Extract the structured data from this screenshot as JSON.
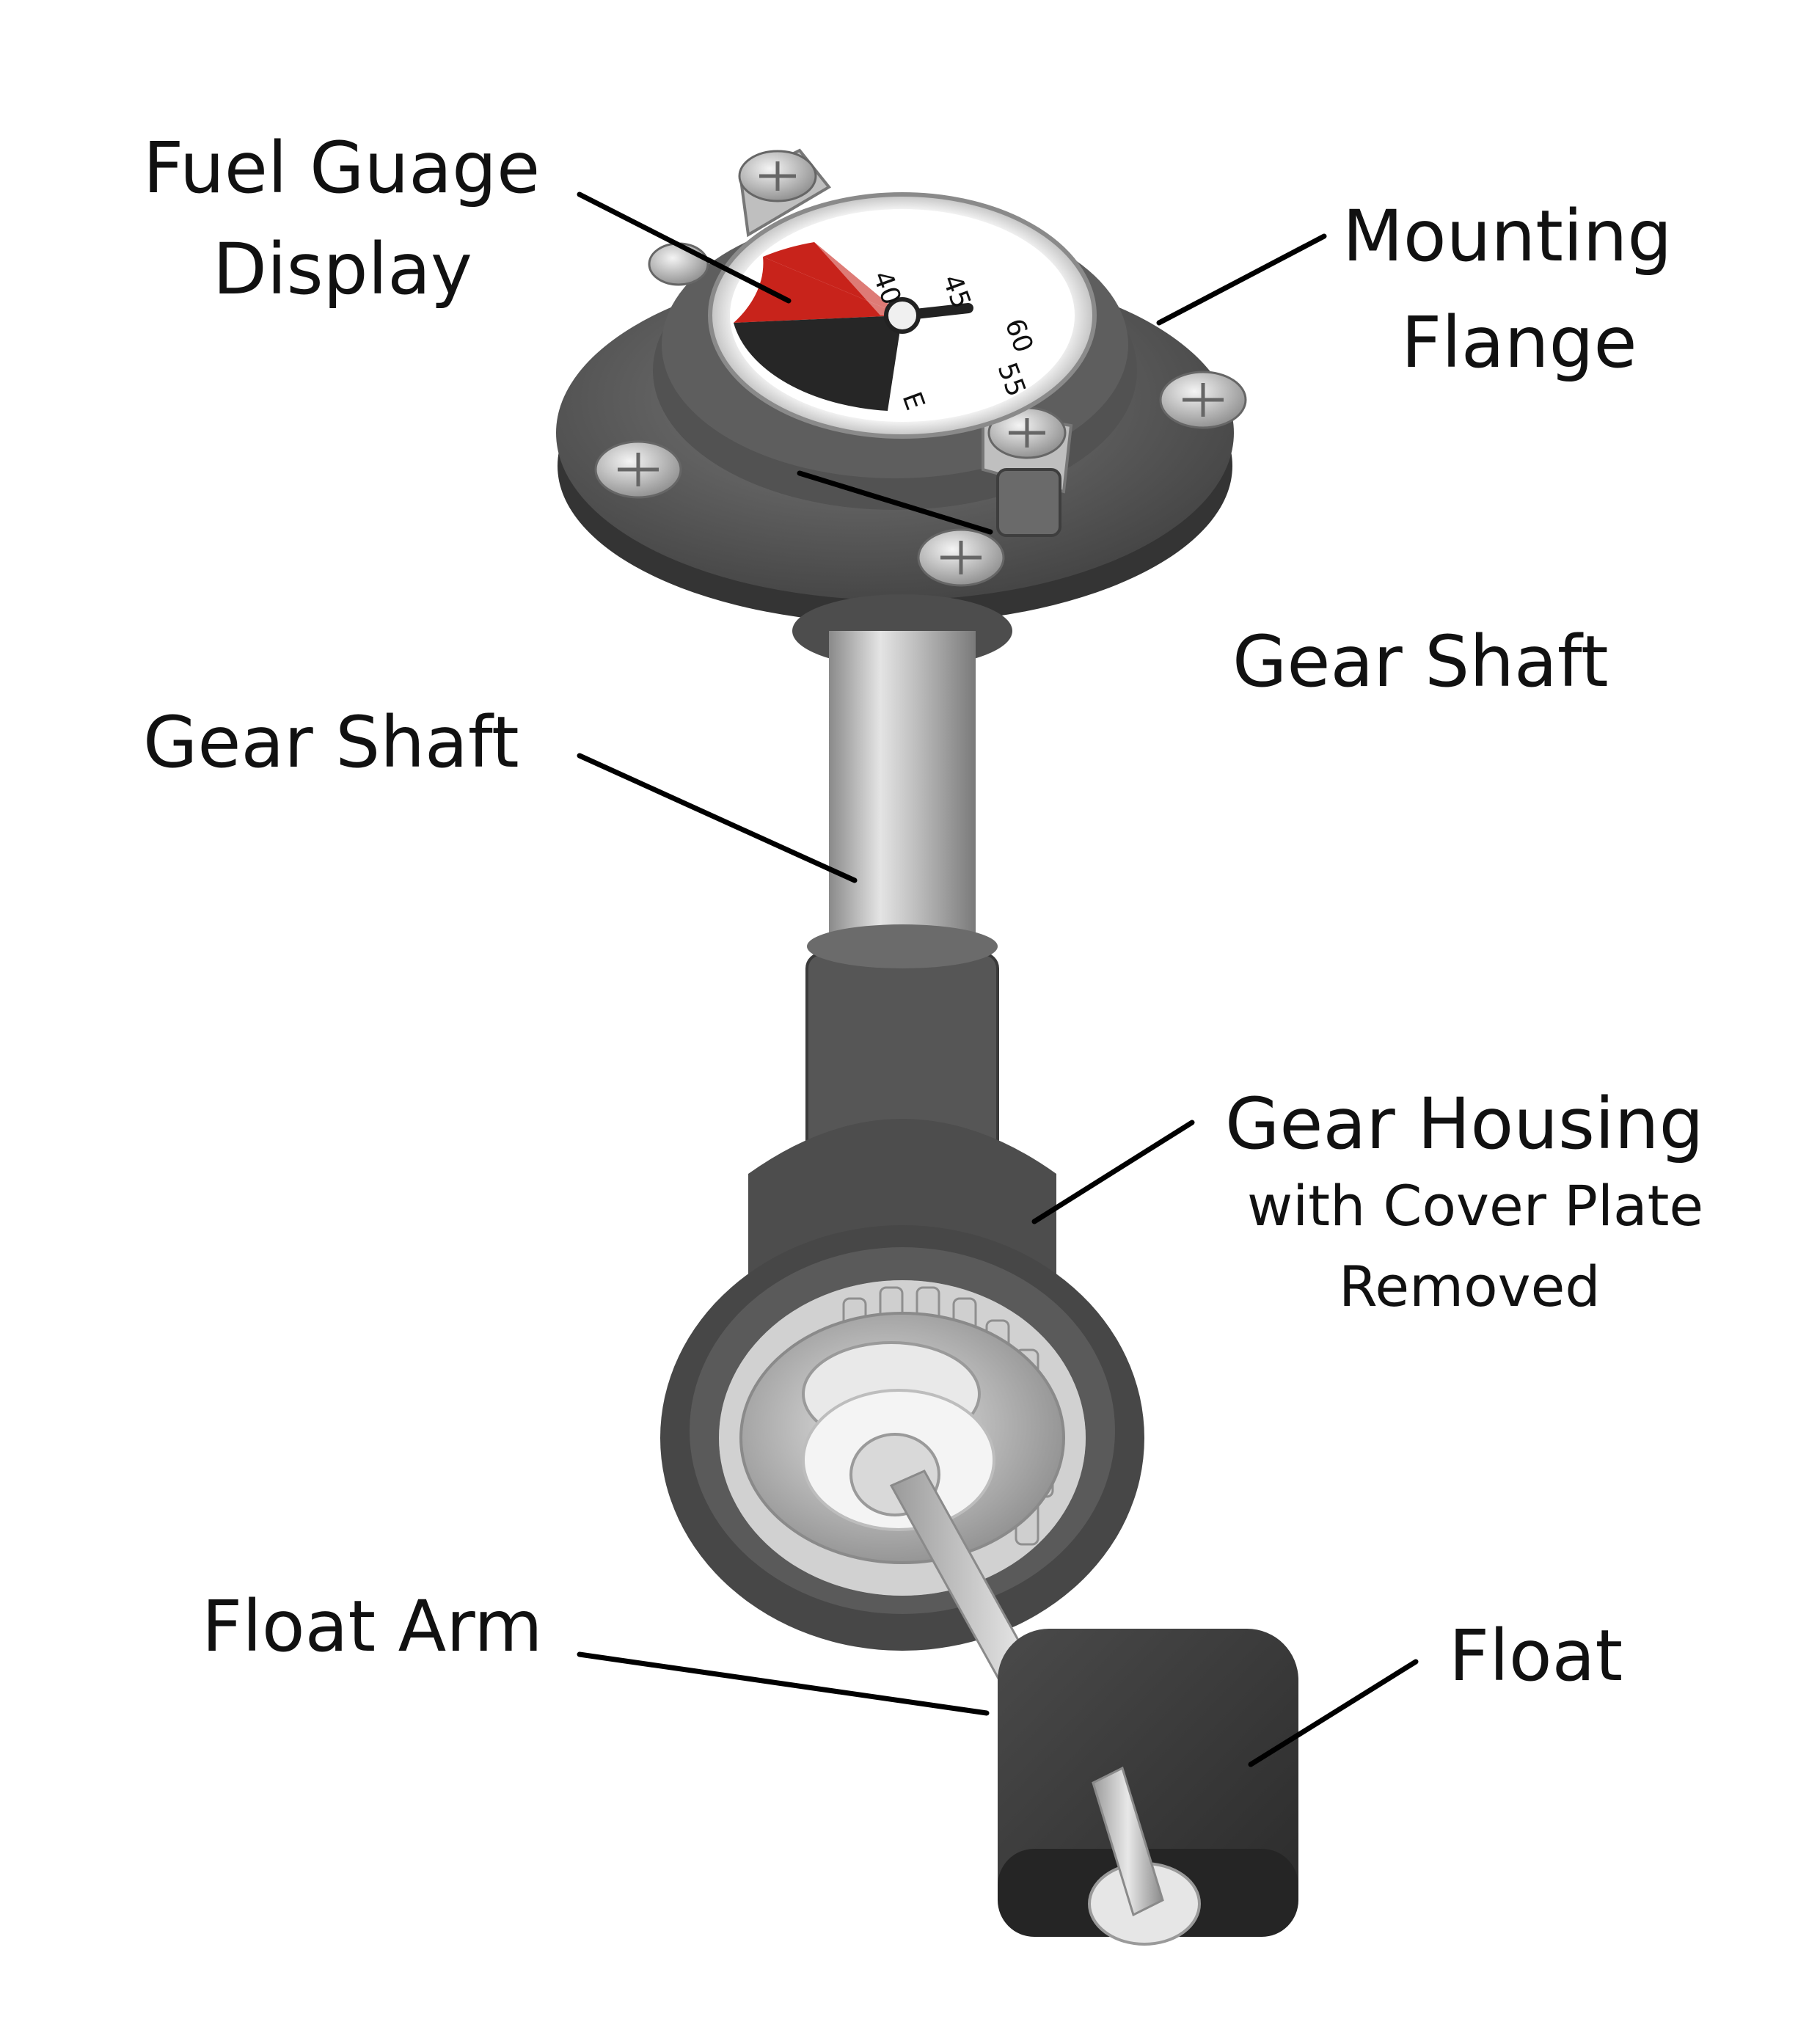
{
  "labels": {
    "fuel_gauge_line1": "Fuel Guage",
    "fuel_gauge_line2": "Display",
    "mounting_line1": "Mounting",
    "mounting_line2": "Flange",
    "gear_shaft_left": "Gear Shaft",
    "gear_shaft_right": "Gear Shaft",
    "gear_housing_line1": "Gear Housing",
    "gear_housing_line2": "with Cover Plate",
    "gear_housing_line3": "Removed",
    "float_arm": "Float Arm",
    "float": "Float"
  },
  "dial": {
    "ticks": [
      "40",
      "45",
      "60",
      "55",
      "E"
    ]
  },
  "colors": {
    "background": "#ffffff",
    "metal_dark": "#4a4a4a",
    "metal_mid": "#6b6b6b",
    "steel_light": "#d6d6d6",
    "dial_red": "#c8231b",
    "float_body": "#3a3a3a"
  }
}
